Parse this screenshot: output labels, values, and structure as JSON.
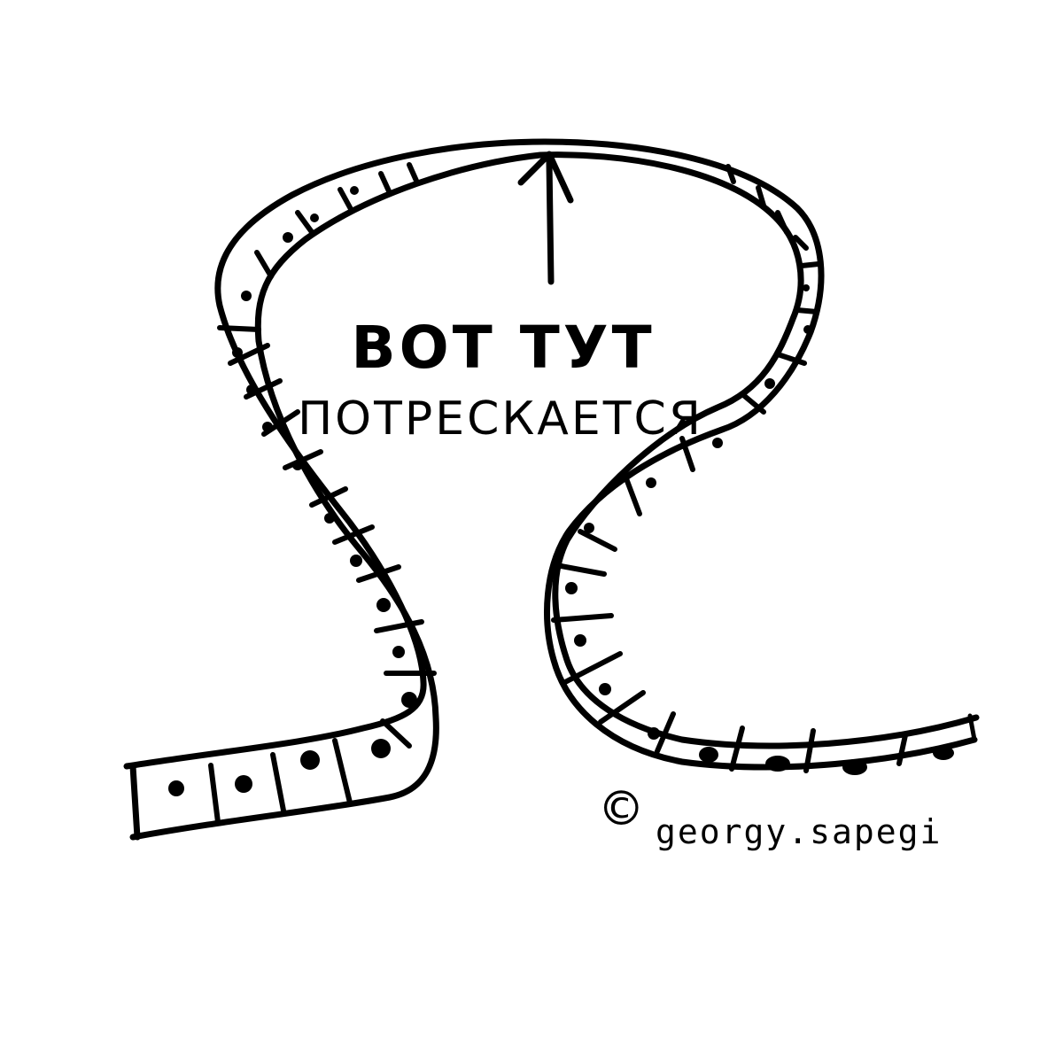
{
  "annotation": {
    "line1": "ВОТ ТУТ",
    "line2": "ПОТРЕСКАЕТСЯ"
  },
  "signature": {
    "copyright": "©",
    "handle": "georgy.sapegi"
  },
  "colors": {
    "ink": "#000000",
    "paper": "#ffffff"
  }
}
